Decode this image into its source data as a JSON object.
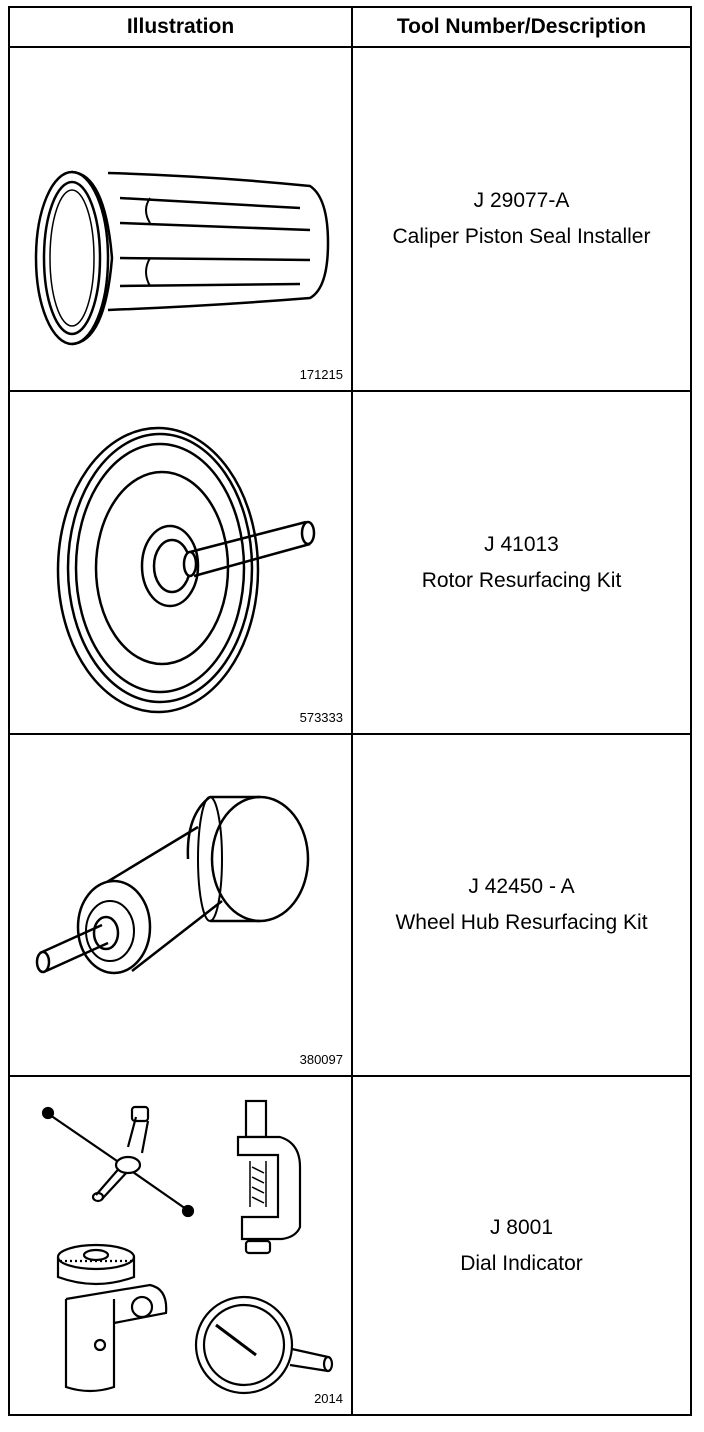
{
  "header": {
    "illustration": "Illustration",
    "tool": "Tool Number/Description"
  },
  "rows": [
    {
      "figure": "171215",
      "number": "J 29077-A",
      "description": "Caliper Piston Seal Installer",
      "icon": "seal-installer-icon"
    },
    {
      "figure": "573333",
      "number": "J 41013",
      "description": "Rotor Resurfacing Kit",
      "icon": "rotor-resurfacing-icon"
    },
    {
      "figure": "380097",
      "number": "J 42450 - A",
      "description": "Wheel Hub Resurfacing Kit",
      "icon": "wheel-hub-resurfacing-icon"
    },
    {
      "figure": "2014",
      "number": "J 8001",
      "description": "Dial Indicator",
      "icon": "dial-indicator-icon"
    }
  ]
}
